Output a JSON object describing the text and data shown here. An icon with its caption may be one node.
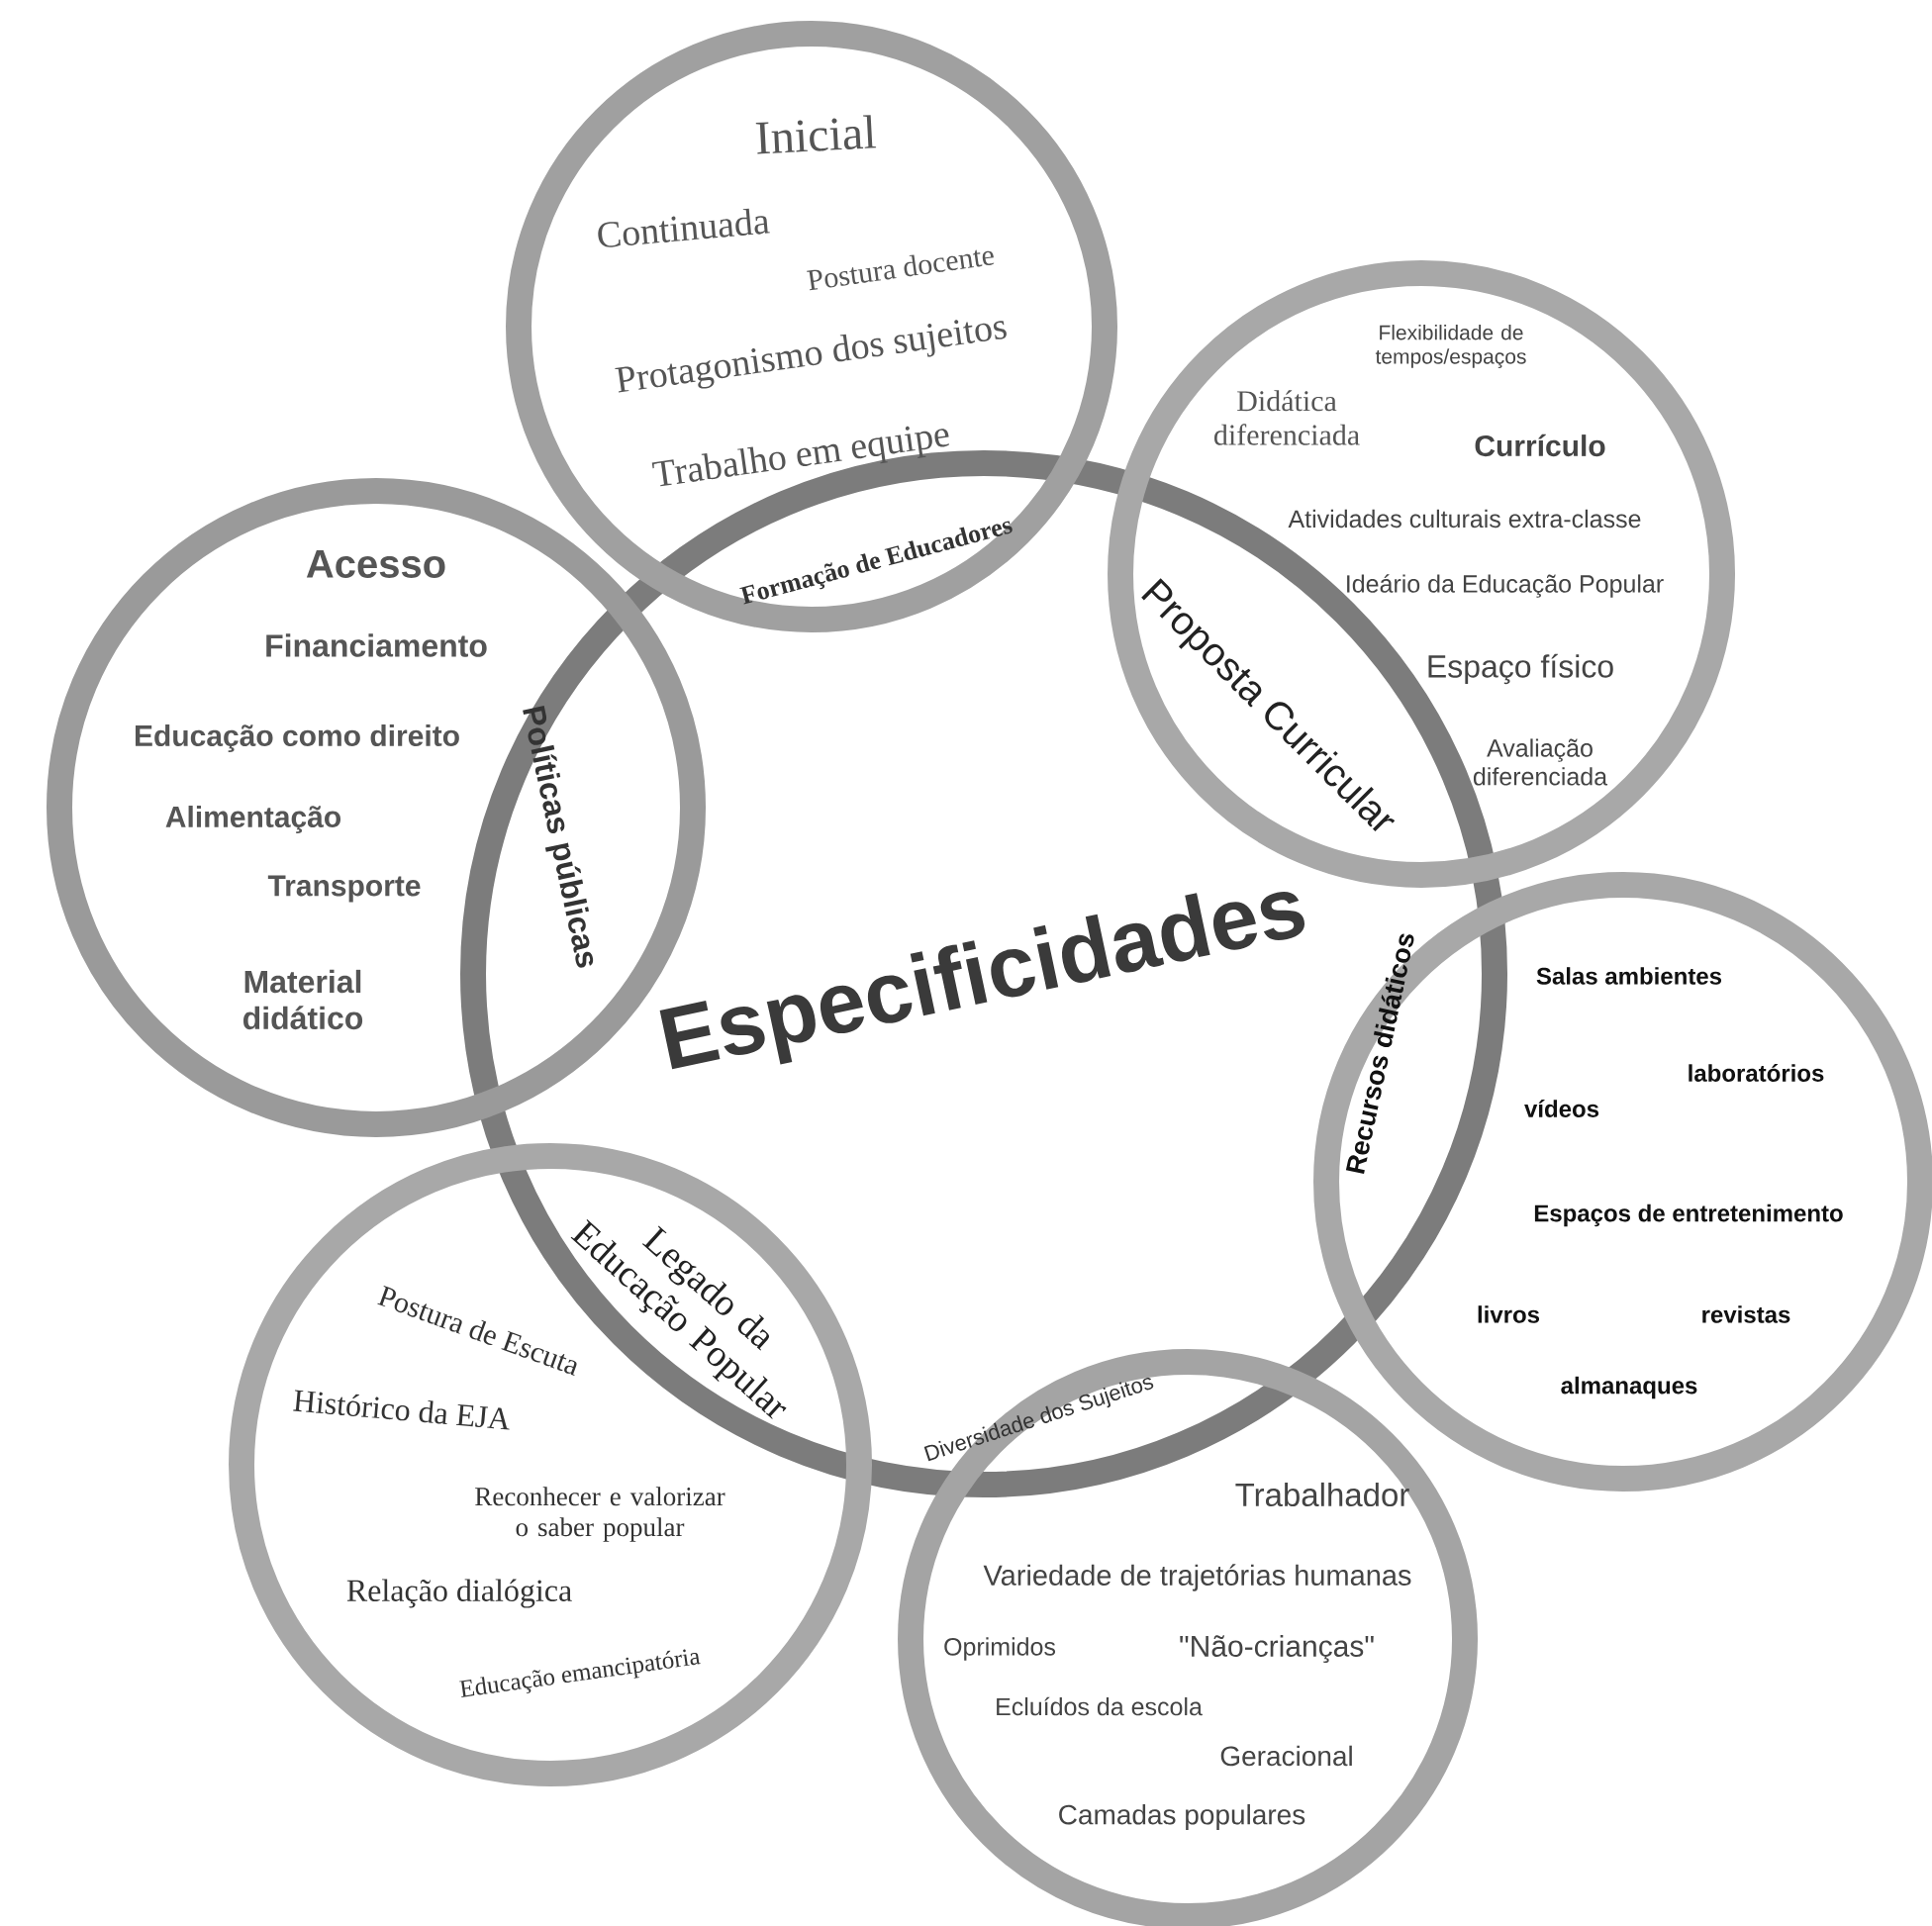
{
  "diagram": {
    "nodes": [
      {
        "text": [
          "Especificidades"
        ]
      },
      {
        "text": [
          "Formação de Educadores",
          "Inicial",
          "Continuada",
          "Postura docente",
          "Protagonismo dos sujeitos",
          "Trabalho em equipe"
        ]
      },
      {
        "text": [
          "Proposta Curricular",
          "Flexibilidade de tempos/espaços",
          "Didática diferenciada",
          "Currículo",
          "Atividades culturais extra-classe",
          "Ideário da Educação Popular",
          "Espaço físico",
          "Avaliação diferenciada"
        ]
      },
      {
        "text": [
          "Recursos didáticos",
          "Salas ambientes",
          "laboratórios",
          "vídeos",
          "Espaços de entretenimento",
          "livros",
          "revistas",
          "almanaques"
        ]
      },
      {
        "text": [
          "Diversidade dos Sujeitos",
          "Trabalhador",
          "Variedade de trajetórias humanas",
          "Oprimidos",
          "\"Não-crianças\"",
          "Ecluídos da escola",
          "Geracional",
          "Camadas populares"
        ]
      },
      {
        "text": [
          "Legado da Educação Popular",
          "Postura de Escuta",
          "Histórico da EJA",
          "Reconhecer e valorizar o saber popular",
          "Relação dialógica",
          "Educação emancipatória"
        ]
      },
      {
        "text": [
          "Políticas públicas",
          "Acesso",
          "Financiamento",
          "Educação como direito",
          "Alimentação",
          "Transporte",
          "Material didático"
        ]
      }
    ]
  }
}
